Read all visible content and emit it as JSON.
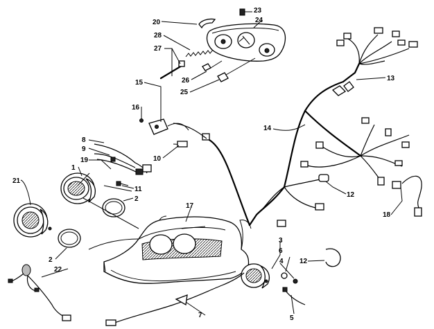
{
  "callouts": [
    "1",
    "2",
    "2",
    "3",
    "4",
    "5",
    "6",
    "7",
    "8",
    "9",
    "10",
    "11",
    "12",
    "12",
    "13",
    "14",
    "15",
    "16",
    "17",
    "18",
    "19",
    "20",
    "21",
    "22",
    "23",
    "24",
    "25",
    "26",
    "27",
    "28"
  ]
}
